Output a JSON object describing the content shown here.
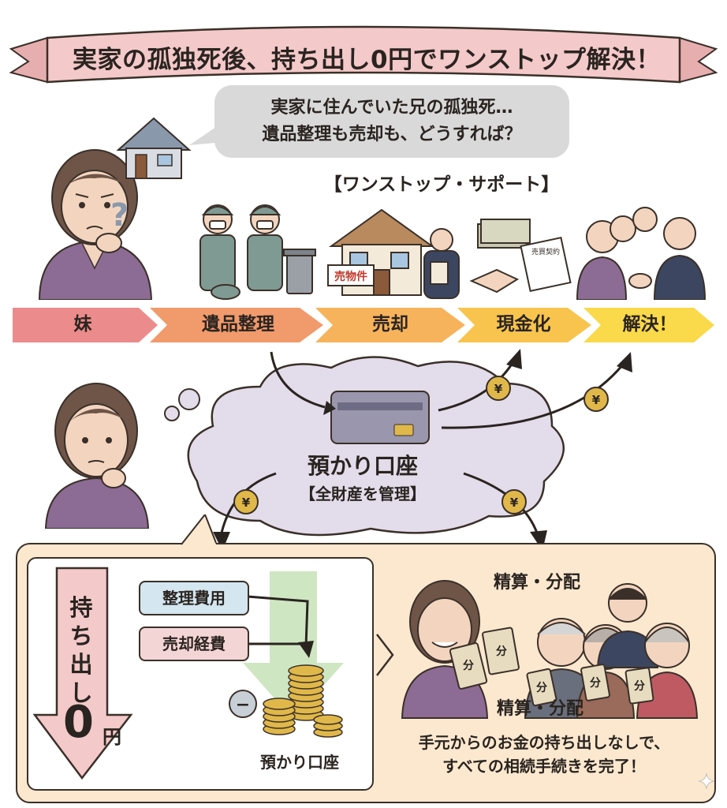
{
  "banner": {
    "title": "実家の孤独死後、持ち出し0円でワンストップ解決！"
  },
  "speech_bubble": {
    "line1": "実家に住んでいた兄の孤独死…",
    "line2": "遺品整理も売却も、どうすれば？"
  },
  "support_label": "【ワンストップ・サポート】",
  "sale_sign": "売物件",
  "document_label": "売買契約",
  "flow_steps": [
    {
      "label": "妹",
      "color": "#ec8b8b"
    },
    {
      "label": "遺品整理",
      "color": "#f19a6b"
    },
    {
      "label": "売却",
      "color": "#f7b35c"
    },
    {
      "label": "現金化",
      "color": "#f9c44d"
    },
    {
      "label": "解決！",
      "color": "#fad94a"
    }
  ],
  "cloud": {
    "title": "預かり口座",
    "subtitle": "【全財産を管理】"
  },
  "yen_symbol": "¥",
  "costs": {
    "item1": "整理費用",
    "item2": "売却経費",
    "minus": "−"
  },
  "zero_cost": {
    "vertical": [
      "持",
      "ち",
      "出",
      "し"
    ],
    "amount": "0",
    "unit": "円"
  },
  "account_caption": "預かり口座",
  "settlement": {
    "label_top": "精算・分配",
    "label_bottom": "精算・分配",
    "envelope_char": "分"
  },
  "final_message": {
    "line1": "手元からのお金の持ち出しなしで、",
    "line2": "すべての相続手続きを完了！"
  },
  "colors": {
    "banner": "#f4c9c9",
    "bubble": "#d9d9d9",
    "cloud": "#e3dcea",
    "panel": "#fbe8cf",
    "purple": "#8c6b94",
    "coin": "#e0b84a"
  }
}
